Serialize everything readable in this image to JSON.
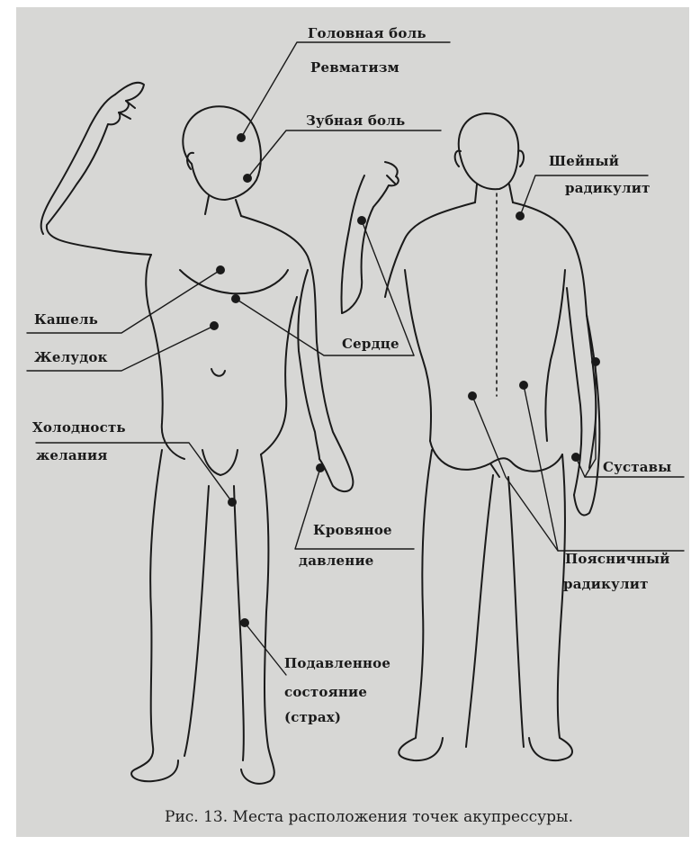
{
  "labels": {
    "headache": "Головная боль",
    "rheumatism": "Ревматизм",
    "toothache": "Зубная боль",
    "cervical_1": "Шейный",
    "cervical_2": "радикулит",
    "cough": "Кашель",
    "stomach": "Желудок",
    "heart": "Сердце",
    "frigidity_1": "Холодность",
    "frigidity_2": "желания",
    "joints": "Суставы",
    "pressure_1": "Кровяное",
    "pressure_2": "давление",
    "lumbar_1": "Поясничный",
    "lumbar_2": "радикулит",
    "depressed_1": "Подавленное",
    "depressed_2": "состояние",
    "depressed_3": "(страх)"
  },
  "caption": "Рис. 13. Места расположения точек акупрессуры.",
  "colors": {
    "background": "#d7d7d5",
    "ink": "#1a1a1a"
  }
}
